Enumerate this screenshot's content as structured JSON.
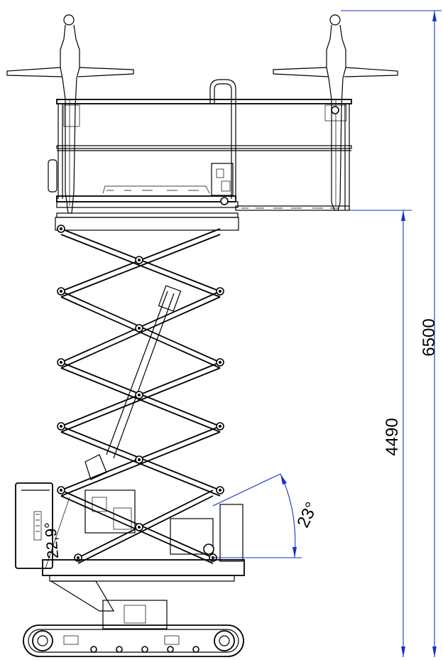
{
  "dimensions": {
    "total_height": "6500",
    "platform_height": "4490",
    "angle_main": "23°",
    "angle_incline": "22,9°"
  },
  "colors": {
    "dimension_lines": "#1531c7",
    "drawing_lines": "#000000",
    "background": "#ffffff"
  }
}
